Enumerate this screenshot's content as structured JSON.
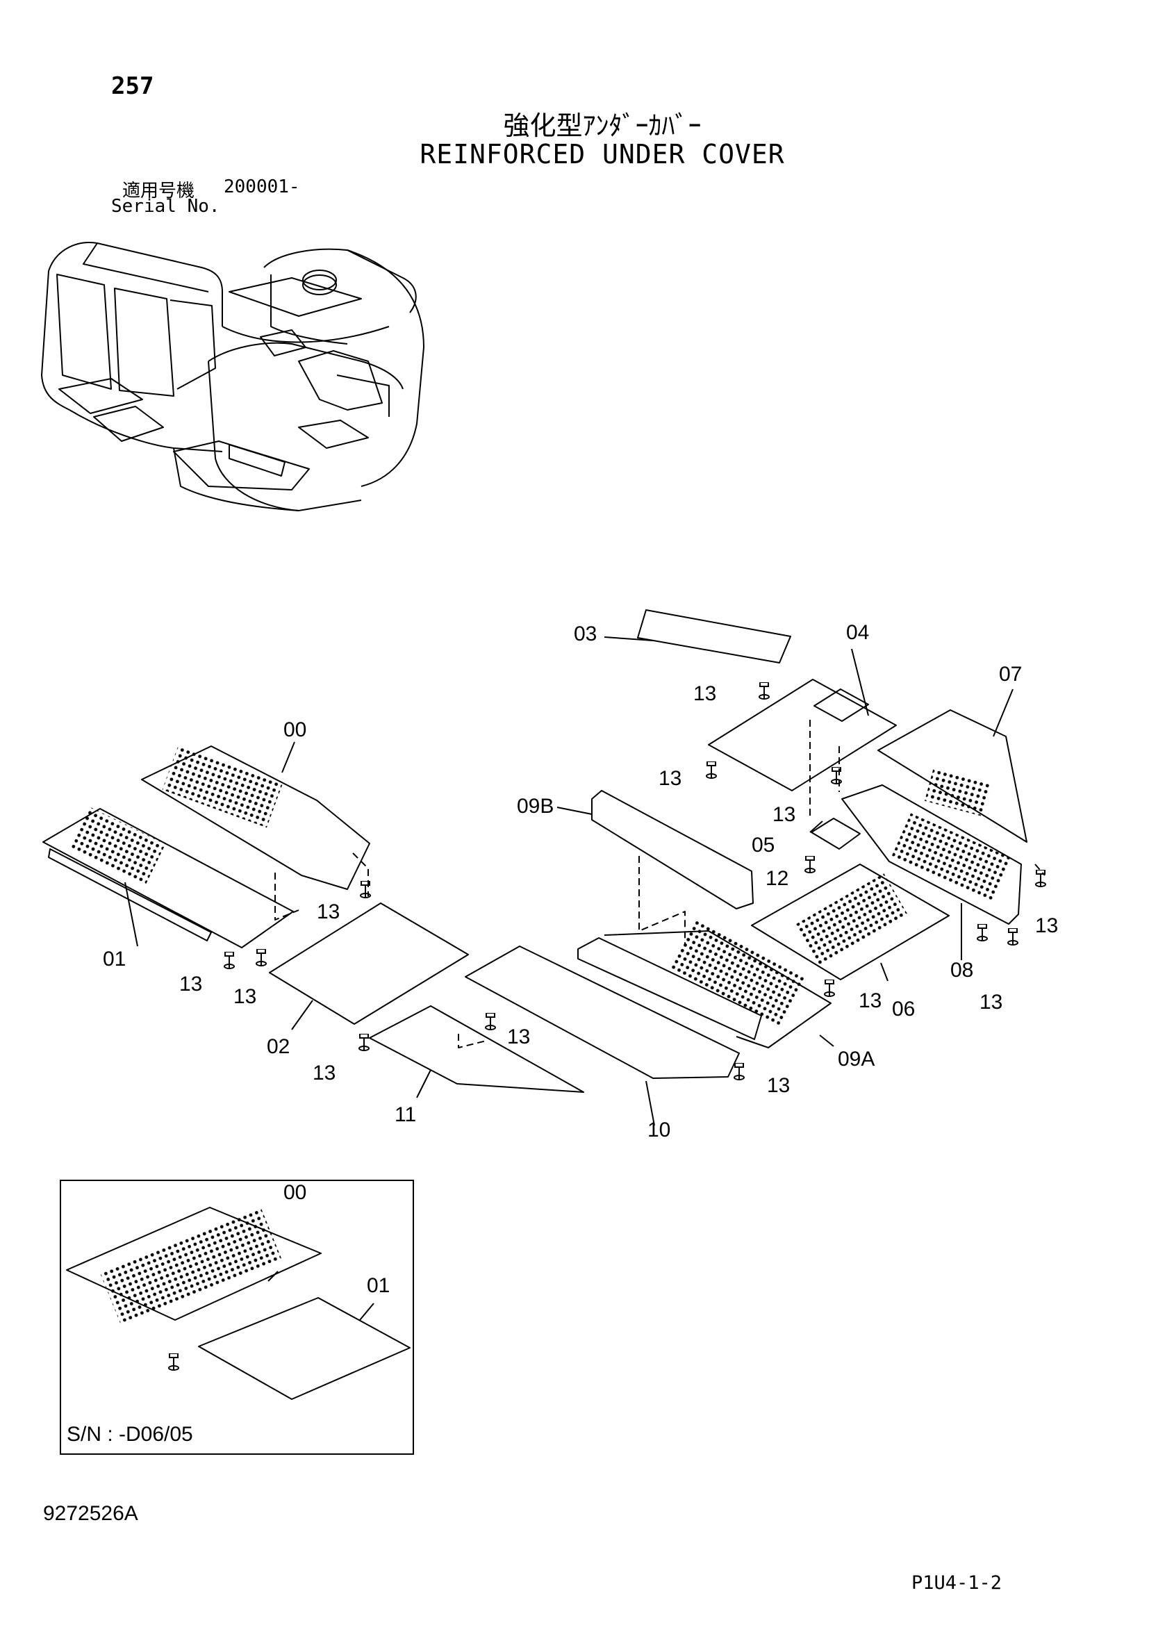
{
  "page_number": "257",
  "title_jp": "強化型ｱﾝﾀﾞｰｶﾊﾞｰ",
  "title_en": "REINFORCED UNDER COVER",
  "serial": {
    "label_jp": "適用号機",
    "value": "200001-",
    "label_en": "Serial No."
  },
  "callouts": {
    "c00": "00",
    "c01": "01",
    "c02": "02",
    "c03": "03",
    "c04": "04",
    "c05": "05",
    "c06": "06",
    "c07": "07",
    "c08": "08",
    "c09a": "09A",
    "c09b": "09B",
    "c10": "10",
    "c11": "11",
    "c12": "12",
    "c13": "13"
  },
  "inset": {
    "c00": "00",
    "c01": "01",
    "serial_note": "S/N : -D06/05"
  },
  "doc_number": "9272526A",
  "page_code": "P1U4-1-2"
}
